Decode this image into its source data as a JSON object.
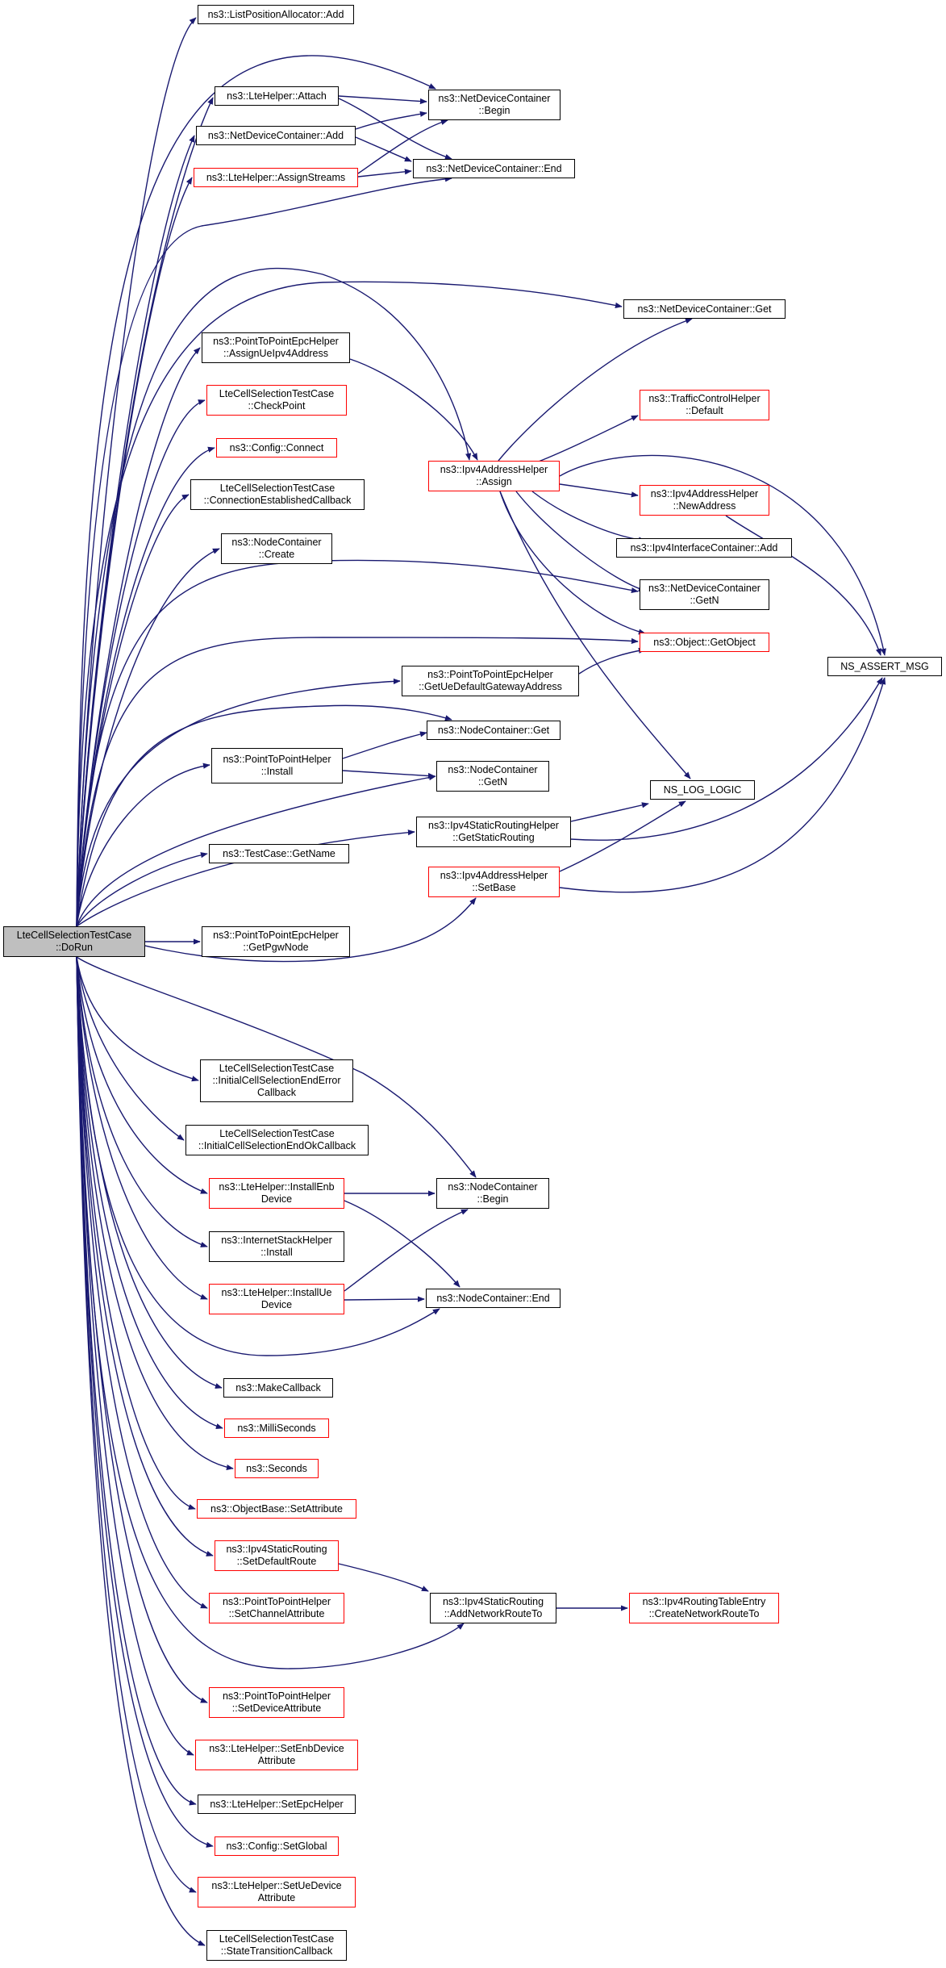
{
  "colors": {
    "edge": "#191970",
    "box_border": "#000000",
    "incomplete_border": "#ff0000",
    "root_fill": "#bfbfbf"
  },
  "nodes": {
    "root": "LteCellSelectionTestCase\n::DoRun",
    "listPosAdd": "ns3::ListPositionAllocator::Add",
    "lteAttach": "ns3::LteHelper::Attach",
    "ndcAdd": "ns3::NetDeviceContainer::Add",
    "assignStreams": "ns3::LteHelper::AssignStreams",
    "ndcBegin": "ns3::NetDeviceContainer\n::Begin",
    "ndcEnd": "ns3::NetDeviceContainer::End",
    "ndcGet": "ns3::NetDeviceContainer::Get",
    "assignUeIpv4": "ns3::PointToPointEpcHelper\n::AssignUeIpv4Address",
    "checkPoint": "LteCellSelectionTestCase\n::CheckPoint",
    "cfgConnect": "ns3::Config::Connect",
    "connEstCb": "LteCellSelectionTestCase\n::ConnectionEstablishedCallback",
    "ncCreate": "ns3::NodeContainer\n::Create",
    "ipv4Assign": "ns3::Ipv4AddressHelper\n::Assign",
    "tcDefault": "ns3::TrafficControlHelper\n::Default",
    "ipv4NewAddr": "ns3::Ipv4AddressHelper\n::NewAddress",
    "ifcAdd": "ns3::Ipv4InterfaceContainer::Add",
    "ndcGetN": "ns3::NetDeviceContainer\n::GetN",
    "objGetObject": "ns3::Object::GetObject",
    "nsAssertMsg": "NS_ASSERT_MSG",
    "getUeDefGw": "ns3::PointToPointEpcHelper\n::GetUeDefaultGatewayAddress",
    "ncGet": "ns3::NodeContainer::Get",
    "p2pInstall": "ns3::PointToPointHelper\n::Install",
    "ncGetN": "ns3::NodeContainer\n::GetN",
    "nsLogLogic": "NS_LOG_LOGIC",
    "getStaticRouting": "ns3::Ipv4StaticRoutingHelper\n::GetStaticRouting",
    "tcGetName": "ns3::TestCase::GetName",
    "ipv4SetBase": "ns3::Ipv4AddressHelper\n::SetBase",
    "getPgwNode": "ns3::PointToPointEpcHelper\n::GetPgwNode",
    "initCellErr": "LteCellSelectionTestCase\n::InitialCellSelectionEndError\nCallback",
    "initCellOk": "LteCellSelectionTestCase\n::InitialCellSelectionEndOkCallback",
    "installEnb": "ns3::LteHelper::InstallEnb\nDevice",
    "ncBegin": "ns3::NodeContainer\n::Begin",
    "inetInstall": "ns3::InternetStackHelper\n::Install",
    "installUe": "ns3::LteHelper::InstallUe\nDevice",
    "ncEnd": "ns3::NodeContainer::End",
    "makeCallback": "ns3::MakeCallback",
    "milliSeconds": "ns3::MilliSeconds",
    "seconds": "ns3::Seconds",
    "setAttribute": "ns3::ObjectBase::SetAttribute",
    "setDefRoute": "ns3::Ipv4StaticRouting\n::SetDefaultRoute",
    "setChanAttr": "ns3::PointToPointHelper\n::SetChannelAttribute",
    "addNetRoute": "ns3::Ipv4StaticRouting\n::AddNetworkRouteTo",
    "createNetRoute": "ns3::Ipv4RoutingTableEntry\n::CreateNetworkRouteTo",
    "setDevAttr": "ns3::PointToPointHelper\n::SetDeviceAttribute",
    "setEnbDevAttr": "ns3::LteHelper::SetEnbDevice\nAttribute",
    "setEpcHelper": "ns3::LteHelper::SetEpcHelper",
    "cfgSetGlobal": "ns3::Config::SetGlobal",
    "setUeDevAttr": "ns3::LteHelper::SetUeDevice\nAttribute",
    "stateTransCb": "LteCellSelectionTestCase\n::StateTransitionCallback"
  }
}
